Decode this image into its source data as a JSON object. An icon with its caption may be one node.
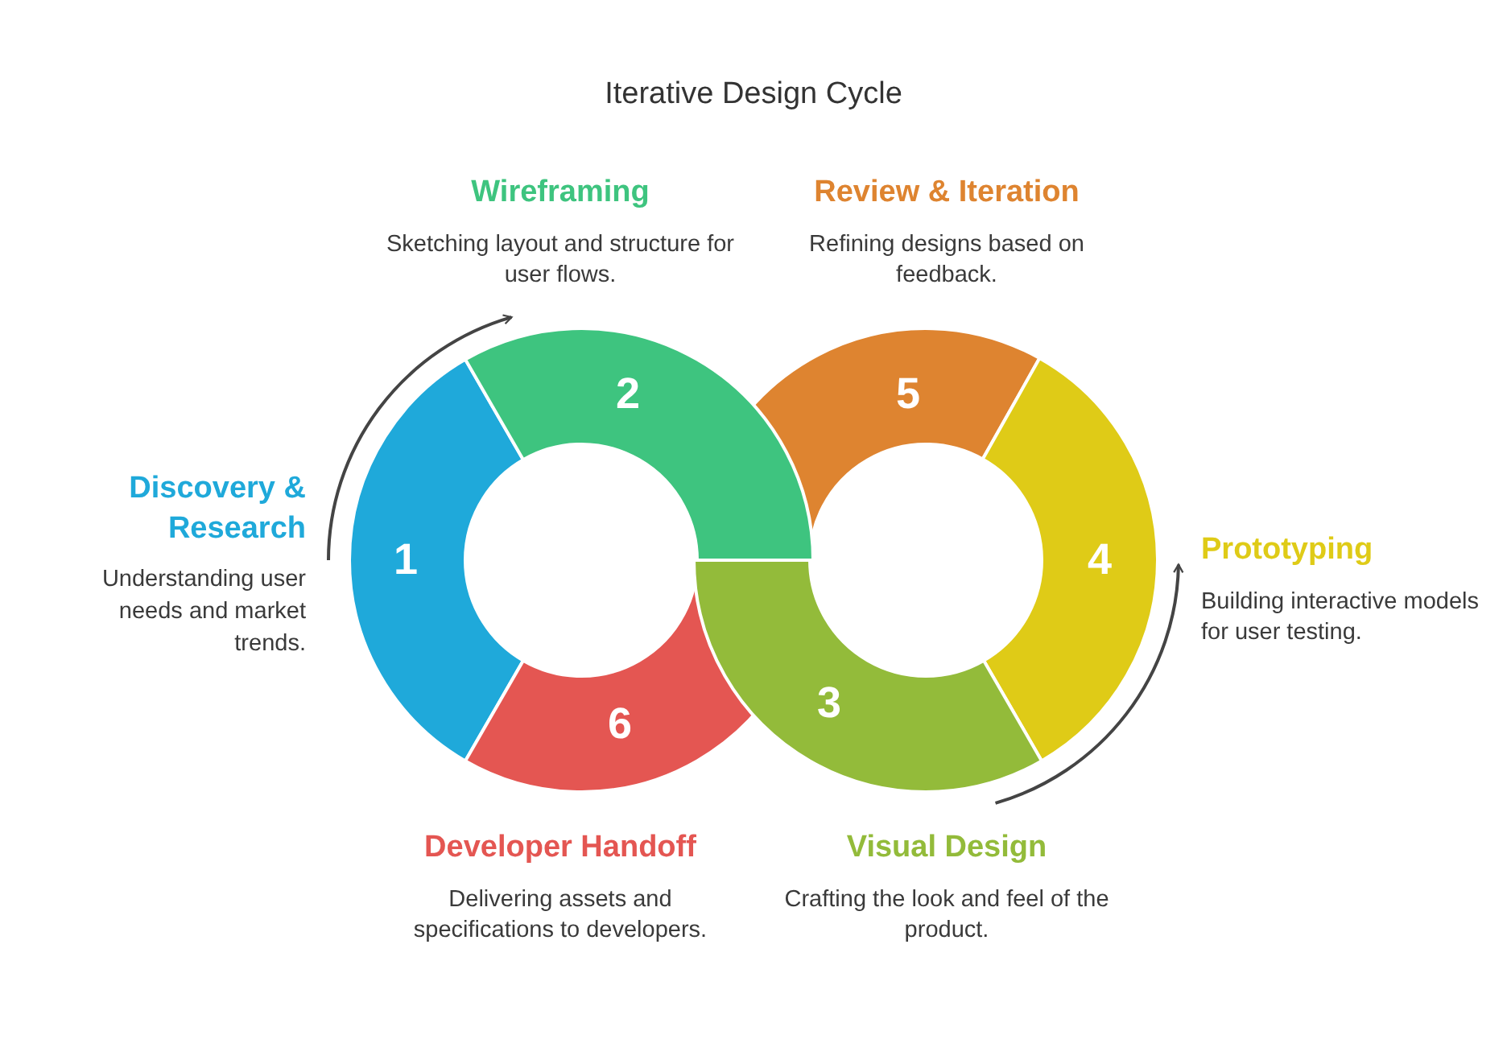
{
  "diagram": {
    "title": "Iterative Design Cycle",
    "nodes": [
      {
        "text": [
          "1"
        ],
        "beside": [
          "Discovery & Research",
          "Understanding user needs and market trends."
        ]
      },
      {
        "text": [
          "2"
        ],
        "beside": [
          "Wireframing",
          "Sketching layout and structure for user flows."
        ]
      },
      {
        "text": [
          "3"
        ],
        "beside": [
          "Visual Design",
          "Crafting the look and feel of the product."
        ]
      },
      {
        "text": [
          "4"
        ],
        "beside": [
          "Prototyping",
          "Building interactive models for user testing."
        ]
      },
      {
        "text": [
          "5"
        ],
        "beside": [
          "Review & Iteration",
          "Refining designs based on feedback."
        ]
      },
      {
        "text": [
          "6"
        ],
        "beside": [
          "Developer Handoff",
          "Delivering assets and specifications to developers."
        ]
      }
    ]
  }
}
